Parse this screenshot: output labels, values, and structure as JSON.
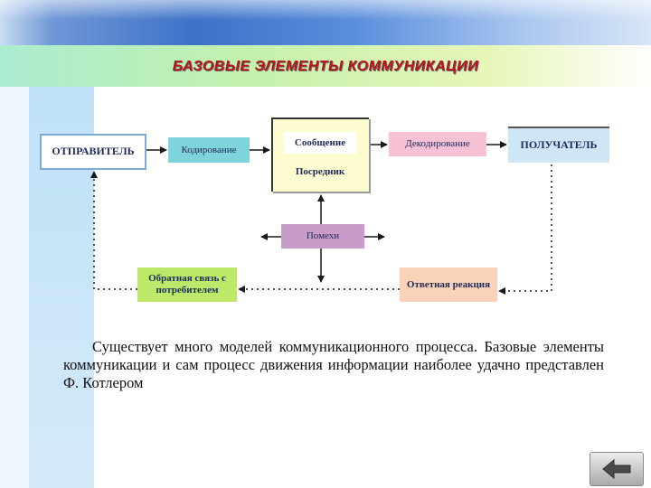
{
  "header": {
    "title": "БАЗОВЫЕ ЭЛЕМЕНТЫ КОММУНИКАЦИИ"
  },
  "diagram": {
    "sender": "ОТПРАВИТЕЛЬ",
    "encoding": "Кодирование",
    "message": "Сообщение",
    "mediator": "Посредник",
    "decoding": "Декодирование",
    "receiver": "ПОЛУЧАТЕЛЬ",
    "noise": "Помехи",
    "feedback": "Обратная связь с потребителем",
    "response": "Ответная реакция"
  },
  "body": {
    "paragraph": "Существует много моделей коммуникационного процесса. Базовые элементы коммуникации и сам процесс движения информации наиболее удачно представлен Ф. Котлером"
  },
  "navigation": {
    "back_icon": "back-arrow-icon"
  },
  "colors": {
    "title": "#b3151b",
    "encoding": "#7fd3da",
    "message_block": "#fdfbd0",
    "decoding": "#f7c1d6",
    "receiver": "#cfe7f5",
    "noise": "#c99bc9",
    "feedback": "#bde86a",
    "response": "#f9d2b8"
  }
}
